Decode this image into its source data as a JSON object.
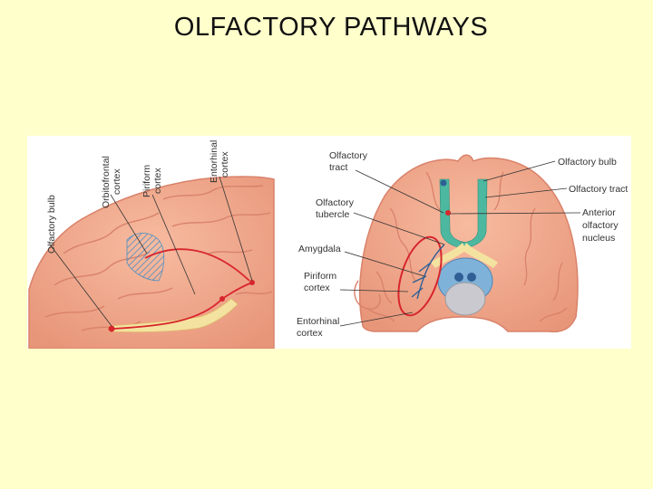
{
  "title": "OLFACTORY PATHWAYS",
  "left_panel": {
    "labels": {
      "olfactory_bulb": "Olfactory bulb",
      "orbitofrontal_line1": "Orbitofrontal",
      "orbitofrontal_line2": "cortex",
      "piriform_line1": "Piriform",
      "piriform_line2": "cortex",
      "entorhinal_line1": "Entorhinal",
      "entorhinal_line2": "cortex"
    }
  },
  "right_panel": {
    "labels": {
      "olfactory_tract_left_1": "Olfactory",
      "olfactory_tract_left_2": "tract",
      "olfactory_tubercle_1": "Olfactory",
      "olfactory_tubercle_2": "tubercle",
      "amygdala": "Amygdala",
      "piriform_1": "Piriform",
      "piriform_2": "cortex",
      "entorhinal_1": "Entorhinal",
      "entorhinal_2": "cortex",
      "olfactory_bulb": "Olfactory bulb",
      "olfactory_tract": "Olfactory tract",
      "anterior_1": "Anterior",
      "anterior_2": "olfactory",
      "anterior_3": "nucleus"
    }
  },
  "colors": {
    "background": "#FFFFCC",
    "brain": "#F2A68A",
    "brain_dark": "#D9826A",
    "pathway": "#D8262C",
    "tract_green": "#4DB8A0",
    "bulb_yellow": "#F4E3A0"
  }
}
